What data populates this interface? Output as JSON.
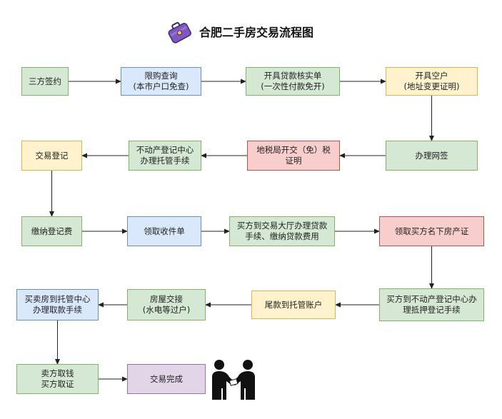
{
  "title": "合肥二手房交易流程图",
  "colors": {
    "green": "#d5e8d4",
    "blue": "#dae8fc",
    "yellow": "#fff2cc",
    "red": "#f8cecc",
    "purple": "#e1d5e7",
    "arrow": "#222222"
  },
  "icons": {
    "title_icon": "briefcase-icon",
    "people_icon": "handshake-people-icon"
  },
  "nodes": [
    {
      "id": "n1",
      "text": "三方签约",
      "color": "green"
    },
    {
      "id": "n2",
      "text": "限购查询\n(本市户口免查)",
      "color": "blue"
    },
    {
      "id": "n3",
      "text": "开具贷款核实单\n(一次性付款免开)",
      "color": "green"
    },
    {
      "id": "n4",
      "text": "开具空户\n(地址变更证明)",
      "color": "yellow"
    },
    {
      "id": "n5",
      "text": "办理网签",
      "color": "green"
    },
    {
      "id": "n6",
      "text": "地税局开交（免）税\n证明",
      "color": "red"
    },
    {
      "id": "n7",
      "text": "不动产登记中心\n办理托管手续",
      "color": "green"
    },
    {
      "id": "n8",
      "text": "交易登记",
      "color": "yellow"
    },
    {
      "id": "n9",
      "text": "缴纳登记费",
      "color": "green"
    },
    {
      "id": "n10",
      "text": "领取收件单",
      "color": "blue"
    },
    {
      "id": "n11",
      "text": "买方到交易大厅办理贷款\n手续、缴纳贷款费用",
      "color": "green"
    },
    {
      "id": "n12",
      "text": "领取买方名下房产证",
      "color": "red"
    },
    {
      "id": "n13",
      "text": "买方到不动产登记中心办\n理抵押登记手续",
      "color": "green"
    },
    {
      "id": "n14",
      "text": "尾款到托管账户",
      "color": "yellow"
    },
    {
      "id": "n15",
      "text": "房屋交接\n(水电等过户)",
      "color": "green"
    },
    {
      "id": "n16",
      "text": "买卖房到托管中心\n办理取款手续",
      "color": "blue"
    },
    {
      "id": "n17",
      "text": "卖方取钱\n买方取证",
      "color": "green"
    },
    {
      "id": "n18",
      "text": "交易完成",
      "color": "purple"
    }
  ],
  "edges": [
    {
      "from": "n1",
      "to": "n2"
    },
    {
      "from": "n2",
      "to": "n3"
    },
    {
      "from": "n3",
      "to": "n4"
    },
    {
      "from": "n4",
      "to": "n5"
    },
    {
      "from": "n5",
      "to": "n6"
    },
    {
      "from": "n6",
      "to": "n7"
    },
    {
      "from": "n7",
      "to": "n8"
    },
    {
      "from": "n8",
      "to": "n9"
    },
    {
      "from": "n9",
      "to": "n10"
    },
    {
      "from": "n10",
      "to": "n11"
    },
    {
      "from": "n11",
      "to": "n12"
    },
    {
      "from": "n12",
      "to": "n13"
    },
    {
      "from": "n13",
      "to": "n14"
    },
    {
      "from": "n14",
      "to": "n15"
    },
    {
      "from": "n15",
      "to": "n16"
    },
    {
      "from": "n16",
      "to": "n17"
    },
    {
      "from": "n17",
      "to": "n18"
    }
  ]
}
